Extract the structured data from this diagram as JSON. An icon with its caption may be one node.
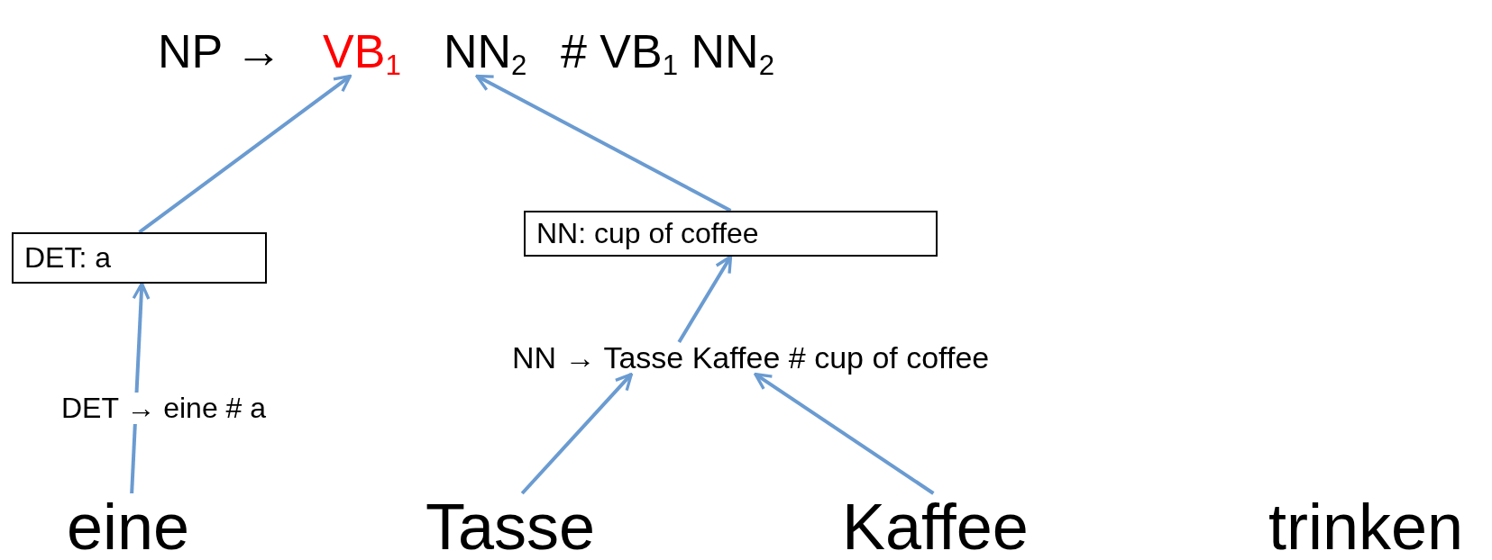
{
  "diagram": {
    "nodes": [
      {
        "text": [
          "NP →"
        ]
      },
      {
        "text": [
          "VB$_{1}$"
        ]
      },
      {
        "text": [
          "NN$_{2}$"
        ]
      },
      {
        "text": [
          "DET: a"
        ]
      },
      {
        "text": [
          "NN: cup of coffee"
        ]
      },
      {
        "text": [
          "NN → Tasse Kaffee # cup of coffee"
        ]
      },
      {
        "text": [
          "eine"
        ]
      },
      {
        "text": [
          "Tasse"
        ]
      },
      {
        "text": [
          "Kaffee"
        ]
      },
      {
        "text": [
          "trinken"
        ]
      }
    ],
    "edges": [
      {
        "from": 3,
        "to": 1,
        "arrow": "to"
      },
      {
        "from": 4,
        "to": 2,
        "arrow": "to"
      },
      {
        "from": 5,
        "to": 4,
        "arrow": "to"
      },
      {
        "from": 7,
        "to": 5,
        "arrow": "to"
      },
      {
        "from": 8,
        "to": 5,
        "arrow": "to"
      },
      {
        "from": 6,
        "to": 3,
        "arrow": "to",
        "label": "DET → eine # a"
      }
    ],
    "labels": [
      "# VB$_{1}$ NN$_{2}$"
    ]
  }
}
